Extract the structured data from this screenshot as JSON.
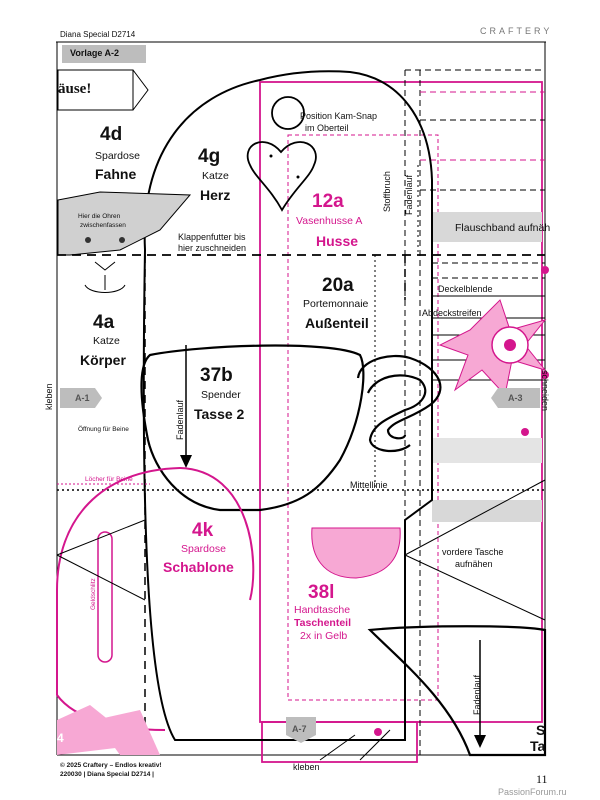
{
  "header": {
    "left": "Diana Special D2714",
    "brand": "CRAFTERY"
  },
  "template_label": "Vorlage A-2",
  "pieces": {
    "p4d": {
      "code": "4d",
      "name": "Spardose",
      "part": "Fahne"
    },
    "p4g": {
      "code": "4g",
      "name": "Katze",
      "part": "Herz"
    },
    "p12a": {
      "code": "12a",
      "name": "Vasenhusse A",
      "part": "Husse"
    },
    "p20a": {
      "code": "20a",
      "name": "Portemonnaie",
      "part": "Außenteil"
    },
    "p4a": {
      "code": "4a",
      "name": "Katze",
      "part": "Körper"
    },
    "p37b": {
      "code": "37b",
      "name": "Spender",
      "part": "Tasse 2"
    },
    "p4k": {
      "code": "4k",
      "name": "Spardose",
      "part": "Schablone"
    },
    "p38l": {
      "code": "38l",
      "name": "Handtasche",
      "part": "Taschenteil",
      "note": "2x in Gelb"
    }
  },
  "labels": {
    "banner_text": "äuse!",
    "kam_snap": "Position Kam-Snap",
    "kam_snap2": "im Oberteil",
    "ohren1": "Hier die Ohren",
    "ohren2": "zwischenfassen",
    "klappen1": "Klappenfutter bis",
    "klappen2": "hier zuschneiden",
    "stoffbruch": "Stoffbruch",
    "fadenlauf": "Fadenlauf",
    "flauschband": "Flauschband aufnäh",
    "deckelblende": "Deckelblende",
    "abdeckstreifen": "Abdeckstreifen",
    "kleben": "kleben",
    "a1": "A-1",
    "a3": "A-3",
    "a7": "A-7",
    "schneiden": "schneiden",
    "oeffnung": "Öffnung für Beine",
    "mittellinie": "Mittellinie",
    "loecher": "Löcher für Beine",
    "geldschlitz": "Geldschlitz",
    "vordere1": "vordere Tasche",
    "vordere2": "aufnähen",
    "edge_s": "S",
    "edge_ta": "Ta",
    "edge_4": "4"
  },
  "footer": {
    "line1": "© 2025 Craftery – Endlos kreativ!",
    "line2": "220030 | Diana Special D2714 |",
    "page_number": "11",
    "watermark": "PassionForum.ru"
  },
  "colors": {
    "pink": "#d4168d",
    "light_pink": "#f7a8d4",
    "gray": "#9a9a9a"
  }
}
